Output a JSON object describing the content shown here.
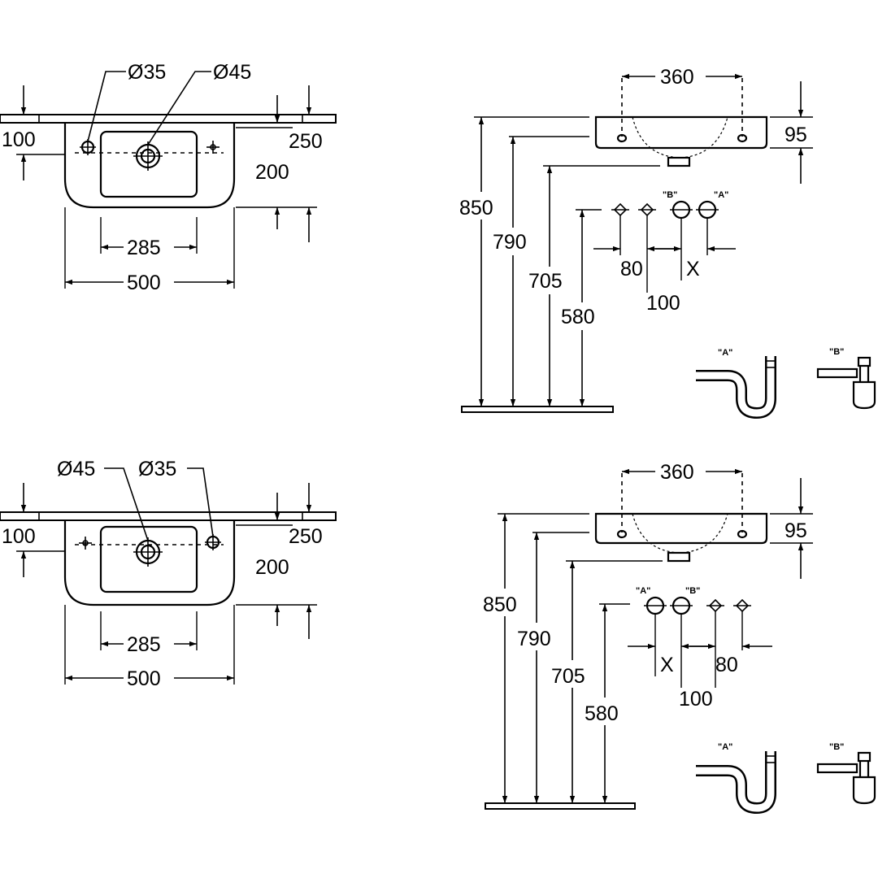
{
  "plan_top": {
    "hole_right_label": "Ø35",
    "hole_tap_label": "Ø45",
    "dim_left": "100",
    "dim_right": "250",
    "dim_depth": "200",
    "dim_bowl": "285",
    "dim_width": "500"
  },
  "plan_bottom": {
    "hole_tap_label": "Ø45",
    "hole_right_label": "Ø35",
    "dim_left": "100",
    "dim_right": "250",
    "dim_depth": "200",
    "dim_bowl": "285",
    "dim_width": "500"
  },
  "elev_top": {
    "dim_width": "360",
    "dim_height": "95",
    "h850": "850",
    "h790": "790",
    "h705": "705",
    "h580": "580",
    "dim_80": "80",
    "dim_x": "X",
    "dim_100": "100",
    "mark_b": "\"B\"",
    "mark_a": "\"A\"",
    "trap_a": "\"A\"",
    "trap_b": "\"B\""
  },
  "elev_bottom": {
    "dim_width": "360",
    "dim_height": "95",
    "h850": "850",
    "h790": "790",
    "h705": "705",
    "h580": "580",
    "dim_x": "X",
    "dim_80": "80",
    "dim_100": "100",
    "mark_a": "\"A\"",
    "mark_b": "\"B\"",
    "trap_a": "\"A\"",
    "trap_b": "\"B\""
  }
}
